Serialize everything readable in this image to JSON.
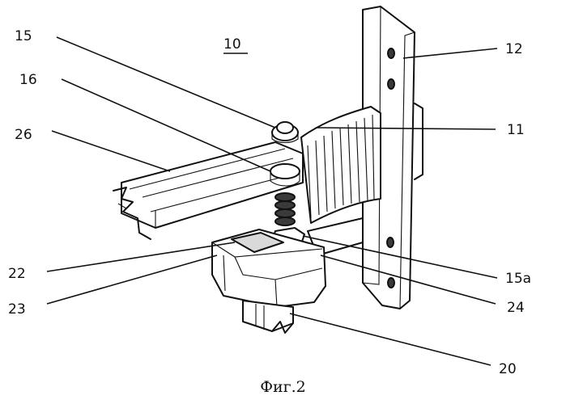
{
  "caption": "Фиг.2",
  "labels": {
    "main": "10",
    "l15": "15",
    "l16": "16",
    "l26": "26",
    "l12": "12",
    "l11": "11",
    "l22": "22",
    "l23": "23",
    "l15a": "15a",
    "l24": "24",
    "l20": "20"
  }
}
